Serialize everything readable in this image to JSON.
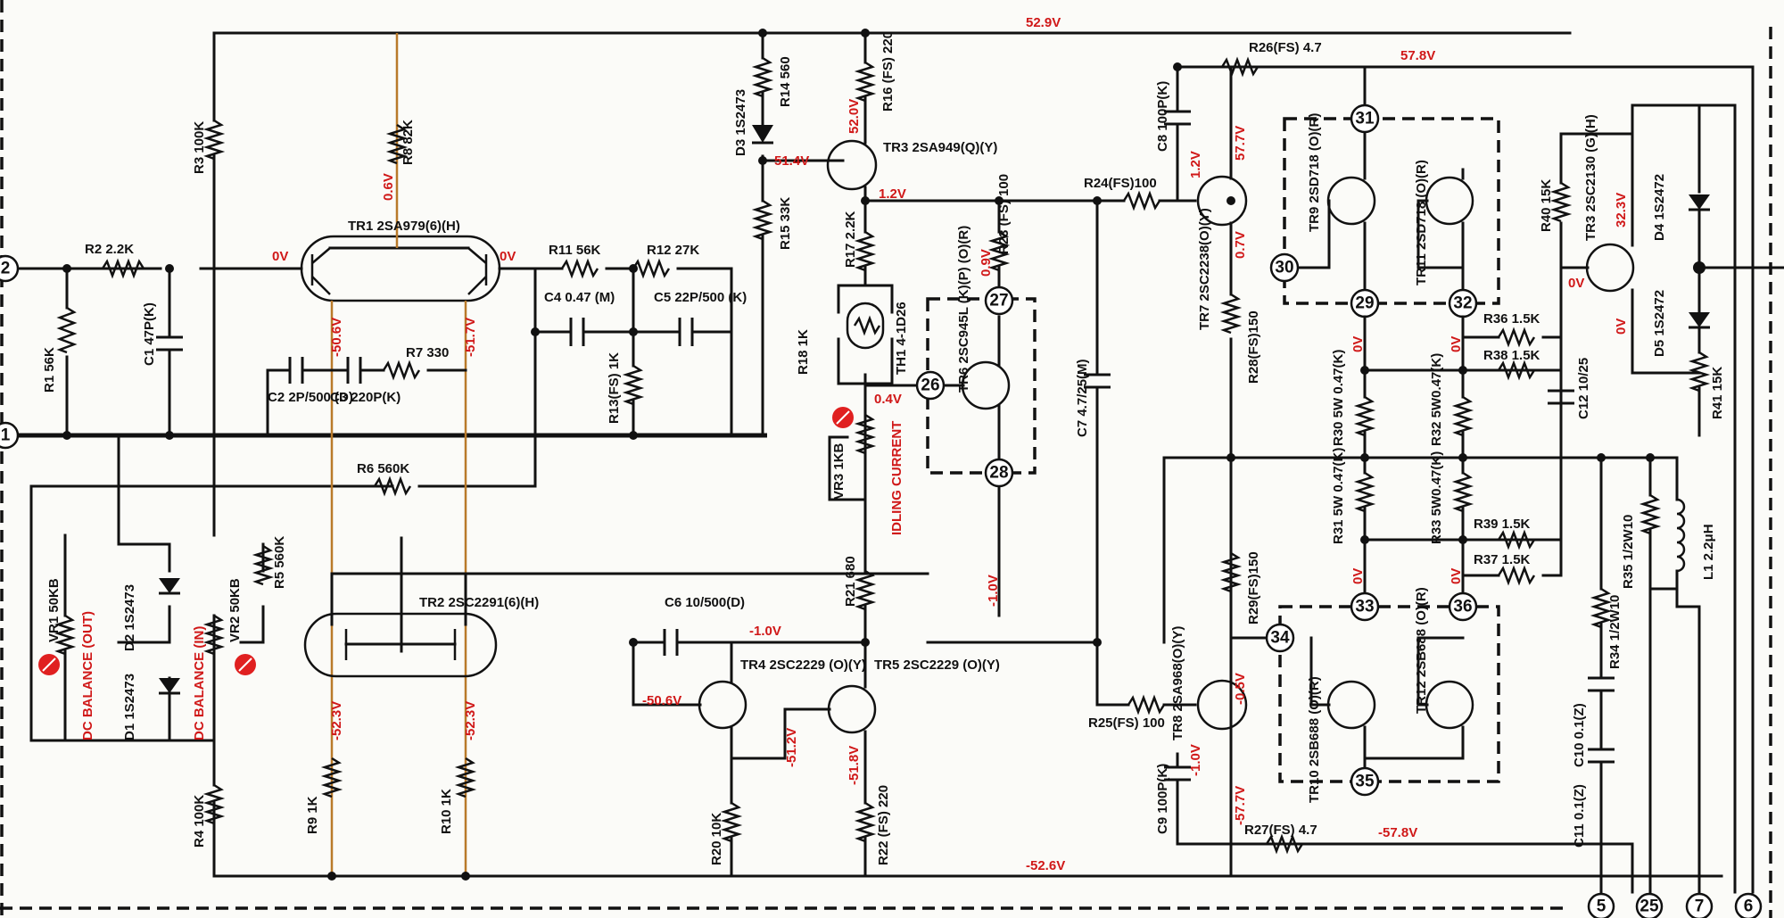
{
  "diagram": {
    "rail_voltages": {
      "top_main": "52.9V",
      "top_output": "57.8V",
      "bottom_main": "-52.6V",
      "bottom_output": "-57.8V"
    },
    "terminals": [
      "2",
      "1",
      "5",
      "25",
      "7",
      "6"
    ],
    "nodes": [
      "31",
      "30",
      "29",
      "32",
      "27",
      "26",
      "28",
      "33",
      "34",
      "36",
      "35"
    ],
    "components": {
      "r1": "R1 56K",
      "r2": "R2 2.2K",
      "r3": "R3 100K",
      "r4": "R4 100K",
      "r5": "R5 560K",
      "r6": "R6 560K",
      "r7": "R7 330",
      "r8": "R8 82K",
      "r9": "R9 1K",
      "r10": "R10 1K",
      "r11": "R11 56K",
      "r12": "R12 27K",
      "r13": "R13(FS) 1K",
      "r14": "R14 560",
      "r15": "R15 33K",
      "r16": "R16 (FS) 220",
      "r17": "R17 2.2K",
      "r18": "R18 1K",
      "r20": "R20 10K",
      "r21": "R21 680",
      "r22": "R22 (FS) 220",
      "r23": "R23 (FS) 100",
      "r24": "R24(FS)100",
      "r25": "R25(FS) 100",
      "r26": "R26(FS) 4.7",
      "r27": "R27(FS) 4.7",
      "r28": "R28(FS)150",
      "r29": "R29(FS)150",
      "r30": "R30 5W 0.47(K)",
      "r31": "R31 5W 0.47(K)",
      "r32": "R32 5W0.47(K)",
      "r33": "R33 5W0.47(K)",
      "r34": "R34 1/2W10",
      "r35": "R35 1/2W10",
      "r36": "R36 1.5K",
      "r37": "R37 1.5K",
      "r38": "R38 1.5K",
      "r39": "R39 1.5K",
      "r40": "R40 15K",
      "r41": "R41 15K",
      "c1": "C1 47P(K)",
      "c2": "C2 2P/500 (D)",
      "c3": "C3 220P(K)",
      "c4": "C4 0.47 (M)",
      "c5": "C5 22P/500 (K)",
      "c6": "C6 10/500(D)",
      "c7": "C7 4.7/25(M)",
      "c8": "C8 100P(K)",
      "c9": "C9 100P(K)",
      "c10": "C10 0.1(Z)",
      "c11": "C11 0.1(Z)",
      "c12": "C12 10/25",
      "d1": "D1 1S2473",
      "d2": "D2 1S2473",
      "d3": "D3 1S2473",
      "d4": "D4 1S2472",
      "d5": "D5 1S2472",
      "l1": "L1 2.2μH",
      "th1": "TH1 4-1D26",
      "vr1": "VR1 50KB",
      "vr2": "VR2 50KB",
      "vr3": "VR3 1KB",
      "tr1": "TR1 2SA979(6)(H)",
      "tr2": "TR2 2SC2291(6)(H)",
      "tr3a": "TR3 2SA949(Q)(Y)",
      "tr3b": "TR3 2SC2130 (G)(H)",
      "tr4": "TR4 2SC2229 (O)(Y)",
      "tr5": "TR5 2SC2229 (O)(Y)",
      "tr6": "TR6 2SC945L (K)(P) (O)(R)",
      "tr7": "TR7 2SC2238(O)(Y)",
      "tr8": "TR8 2SA968(O)(Y)",
      "tr9": "TR9 2SD718 (O)(R)",
      "tr10": "TR10 2SB688 (O)(R)",
      "tr11": "TR11 2SD718 (O)(R)",
      "tr12": "TR12 2SB688 (O)(R)"
    },
    "functions": {
      "dc_out": "DC BALANCE (OUT)",
      "dc_in": "DC BALANCE (IN)",
      "idling": "IDLING CURRENT"
    },
    "voltages": {
      "tr1_e1": "0V",
      "tr1_e2": "0V",
      "tr1_c1": "-50.6V",
      "tr1_c2": "-51.7V",
      "r8_node": "0.6V",
      "tr2_c1": "-52.3V",
      "tr2_c2": "-52.3V",
      "tr4_b": "-50.6V",
      "tr4_c": "-51.2V",
      "tr5_e": "-51.8V",
      "c6_node": "-1.0V",
      "tr3_c": "1.2V",
      "tr3_e": "52.0V",
      "d3_node": "51.4V",
      "r23_node": "0.9V",
      "vr3_node": "0.4V",
      "tr6_node": "-1.0V",
      "tr7_c": "57.7V",
      "tr7_b": "1.2V",
      "tr7_e": "0.7V",
      "tr8_b": "-1.0V",
      "tr8_c": "-57.7V",
      "tr8_e": "-0.5V",
      "r30_node": "0V",
      "r32_node": "0V",
      "r31_node": "0V",
      "r33_node": "0V",
      "tr3b_c": "32.3V",
      "tr3b_b": "0V",
      "d5_node": "0V"
    },
    "colors": {
      "ink": "#111111",
      "voltage": "#d01818",
      "paper": "#fbfbf8",
      "adjust_marker": "#e02020"
    }
  }
}
